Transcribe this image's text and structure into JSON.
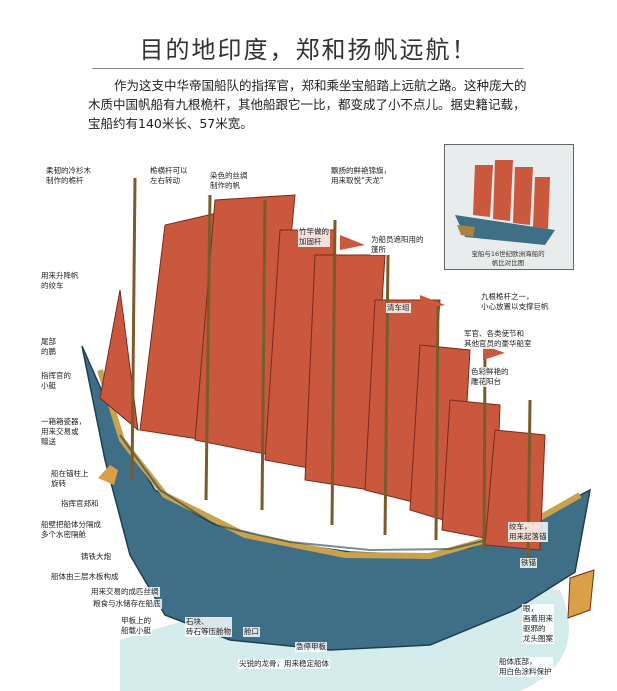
{
  "title": "目的地印度，郑和扬帆远航！",
  "intro": "作为这支中华帝国船队的指挥官，郑和乘坐宝船踏上远航之路。这种庞大的木质中国帆船有九根桅杆，其他船跟它一比，都变成了小不点儿。据史籍记载，宝船约有140米长、57米宽。",
  "inset_caption": "宝船与16世纪欧洲海船的\n帆比对比图",
  "labels": [
    {
      "id": "fir-mast",
      "text": "柔韧的冷杉木\n制作的桅杆"
    },
    {
      "id": "mast-rotate",
      "text": "桅横杆可以\n左右转动"
    },
    {
      "id": "silk-sail",
      "text": "染色的丝绸\n制作的帆"
    },
    {
      "id": "flag",
      "text": "飘扬的鲜艳锦旗，\n用来取悦“天龙”"
    },
    {
      "id": "bamboo-rod",
      "text": "竹竿做的\n加固杆"
    },
    {
      "id": "sail-winch",
      "text": "用来升降帆\n的绞车"
    },
    {
      "id": "stern-slope",
      "text": "尾部\n的鹏"
    },
    {
      "id": "commander-cabin",
      "text": "指挥官的\n小艇"
    },
    {
      "id": "toilet",
      "text": "为船员遮阳用的\n篷所"
    },
    {
      "id": "nine-masts",
      "text": "九根桅杆之一，\n小心放置以支撑巨帆"
    },
    {
      "id": "pavilion",
      "text": "清车组"
    },
    {
      "id": "officers",
      "text": "军官、各类使节和\n其他官员的豪华船室"
    },
    {
      "id": "balcony",
      "text": "色彩鲜艳的\n雕花阳台"
    },
    {
      "id": "rope",
      "text": "一箱箱瓷器，\n用来交易或\n赠送"
    },
    {
      "id": "chief",
      "text": "船在锚柱上\n旋转"
    },
    {
      "id": "zhenghe",
      "text": "指挥官郑和"
    },
    {
      "id": "compartments",
      "text": "船壁把船体分隔成\n多个水密隔舱"
    },
    {
      "id": "cannon",
      "text": "铸铁大炮"
    },
    {
      "id": "hull-layers",
      "text": "船体由三层木板构成"
    },
    {
      "id": "silk-trade",
      "text": "用来交易的成匹丝绸"
    },
    {
      "id": "food",
      "text": "粮食与水储存在船底"
    },
    {
      "id": "small-boat",
      "text": "甲板上的\n船载小艇"
    },
    {
      "id": "ballast",
      "text": "石块、\n砖石等压舱物"
    },
    {
      "id": "hatch",
      "text": "舱口"
    },
    {
      "id": "deck",
      "text": "急停甲板"
    },
    {
      "id": "keel",
      "text": "尖锐的龙骨，用来稳定船体"
    },
    {
      "id": "anchor-winch",
      "text": "绞车，\n用来起落锚"
    },
    {
      "id": "anchor",
      "text": "铁锚"
    },
    {
      "id": "eye",
      "text": "眼，\n画着用来\n驱邪的\n龙头图案"
    },
    {
      "id": "bow-paint",
      "text": "船体底部，\n用白色涂料保护"
    }
  ],
  "colors": {
    "sail": "#c9583d",
    "hull": "#3f6f86",
    "wood": "#a9823f",
    "sea": "#9fd6d4"
  }
}
